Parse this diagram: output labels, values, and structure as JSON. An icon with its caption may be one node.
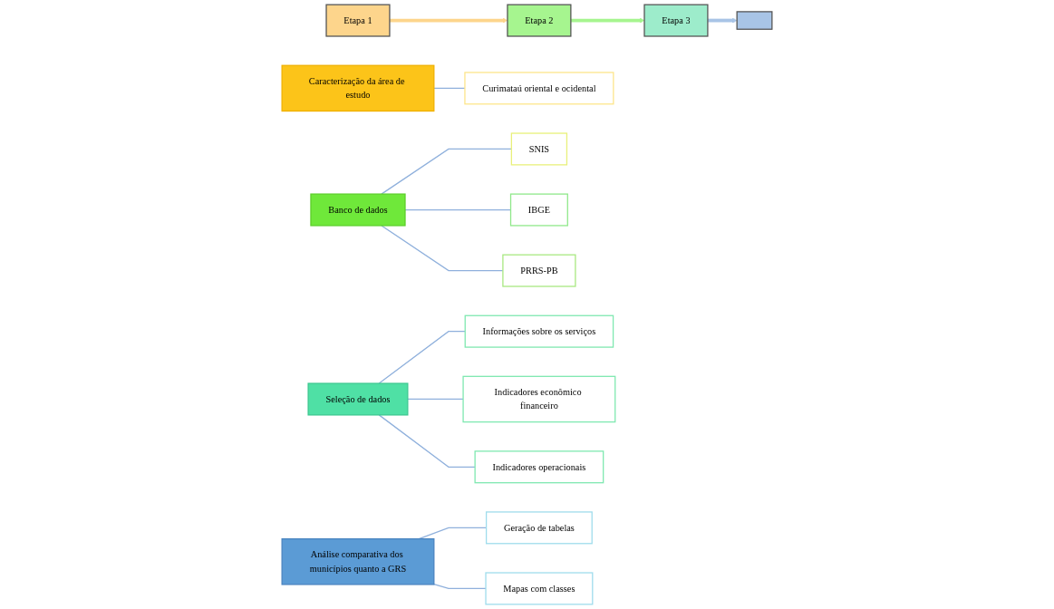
{
  "diagram": {
    "nodes": [
      {
        "text": [
          "Etapa 1"
        ]
      },
      {
        "text": [
          "Etapa 2"
        ]
      },
      {
        "text": [
          "Etapa 3"
        ]
      },
      {
        "text": [],
        "shape": "box"
      },
      {
        "text": [
          "Caracterização da área de estudo"
        ]
      },
      {
        "text": [
          "Curimataú oriental e ocidental"
        ]
      },
      {
        "text": [
          "Banco de dados"
        ]
      },
      {
        "text": [
          "SNIS"
        ]
      },
      {
        "text": [
          "IBGE"
        ]
      },
      {
        "text": [
          "PRRS-PB"
        ]
      },
      {
        "text": [
          "Seleção de dados"
        ]
      },
      {
        "text": [
          "Informações sobre os serviços"
        ]
      },
      {
        "text": [
          "Indicadores econômico financeiro"
        ]
      },
      {
        "text": [
          "Indicadores operacionais"
        ]
      },
      {
        "text": [
          "Análise comparativa dos municípios quanto a GRS"
        ]
      },
      {
        "text": [
          "Geração de tabelas"
        ]
      },
      {
        "text": [
          "Mapas com classes"
        ]
      }
    ],
    "edges": [
      {
        "from": 0,
        "to": 1,
        "arrow": "to",
        "style": "thick",
        "color": "#fdd58c"
      },
      {
        "from": 1,
        "to": 2,
        "arrow": "to",
        "style": "thick",
        "color": "#a6f58f"
      },
      {
        "from": 2,
        "to": 3,
        "arrow": "to",
        "style": "thick",
        "color": "#a8c4e6"
      },
      {
        "from": 4,
        "to": 5,
        "arrow": "none"
      },
      {
        "from": 6,
        "to": 7,
        "arrow": "none"
      },
      {
        "from": 6,
        "to": 8,
        "arrow": "none"
      },
      {
        "from": 6,
        "to": 9,
        "arrow": "none"
      },
      {
        "from": 10,
        "to": 11,
        "arrow": "none"
      },
      {
        "from": 10,
        "to": 12,
        "arrow": "none"
      },
      {
        "from": 10,
        "to": 13,
        "arrow": "none"
      },
      {
        "from": 14,
        "to": 15,
        "arrow": "none"
      },
      {
        "from": 14,
        "to": 16,
        "arrow": "none"
      }
    ]
  }
}
